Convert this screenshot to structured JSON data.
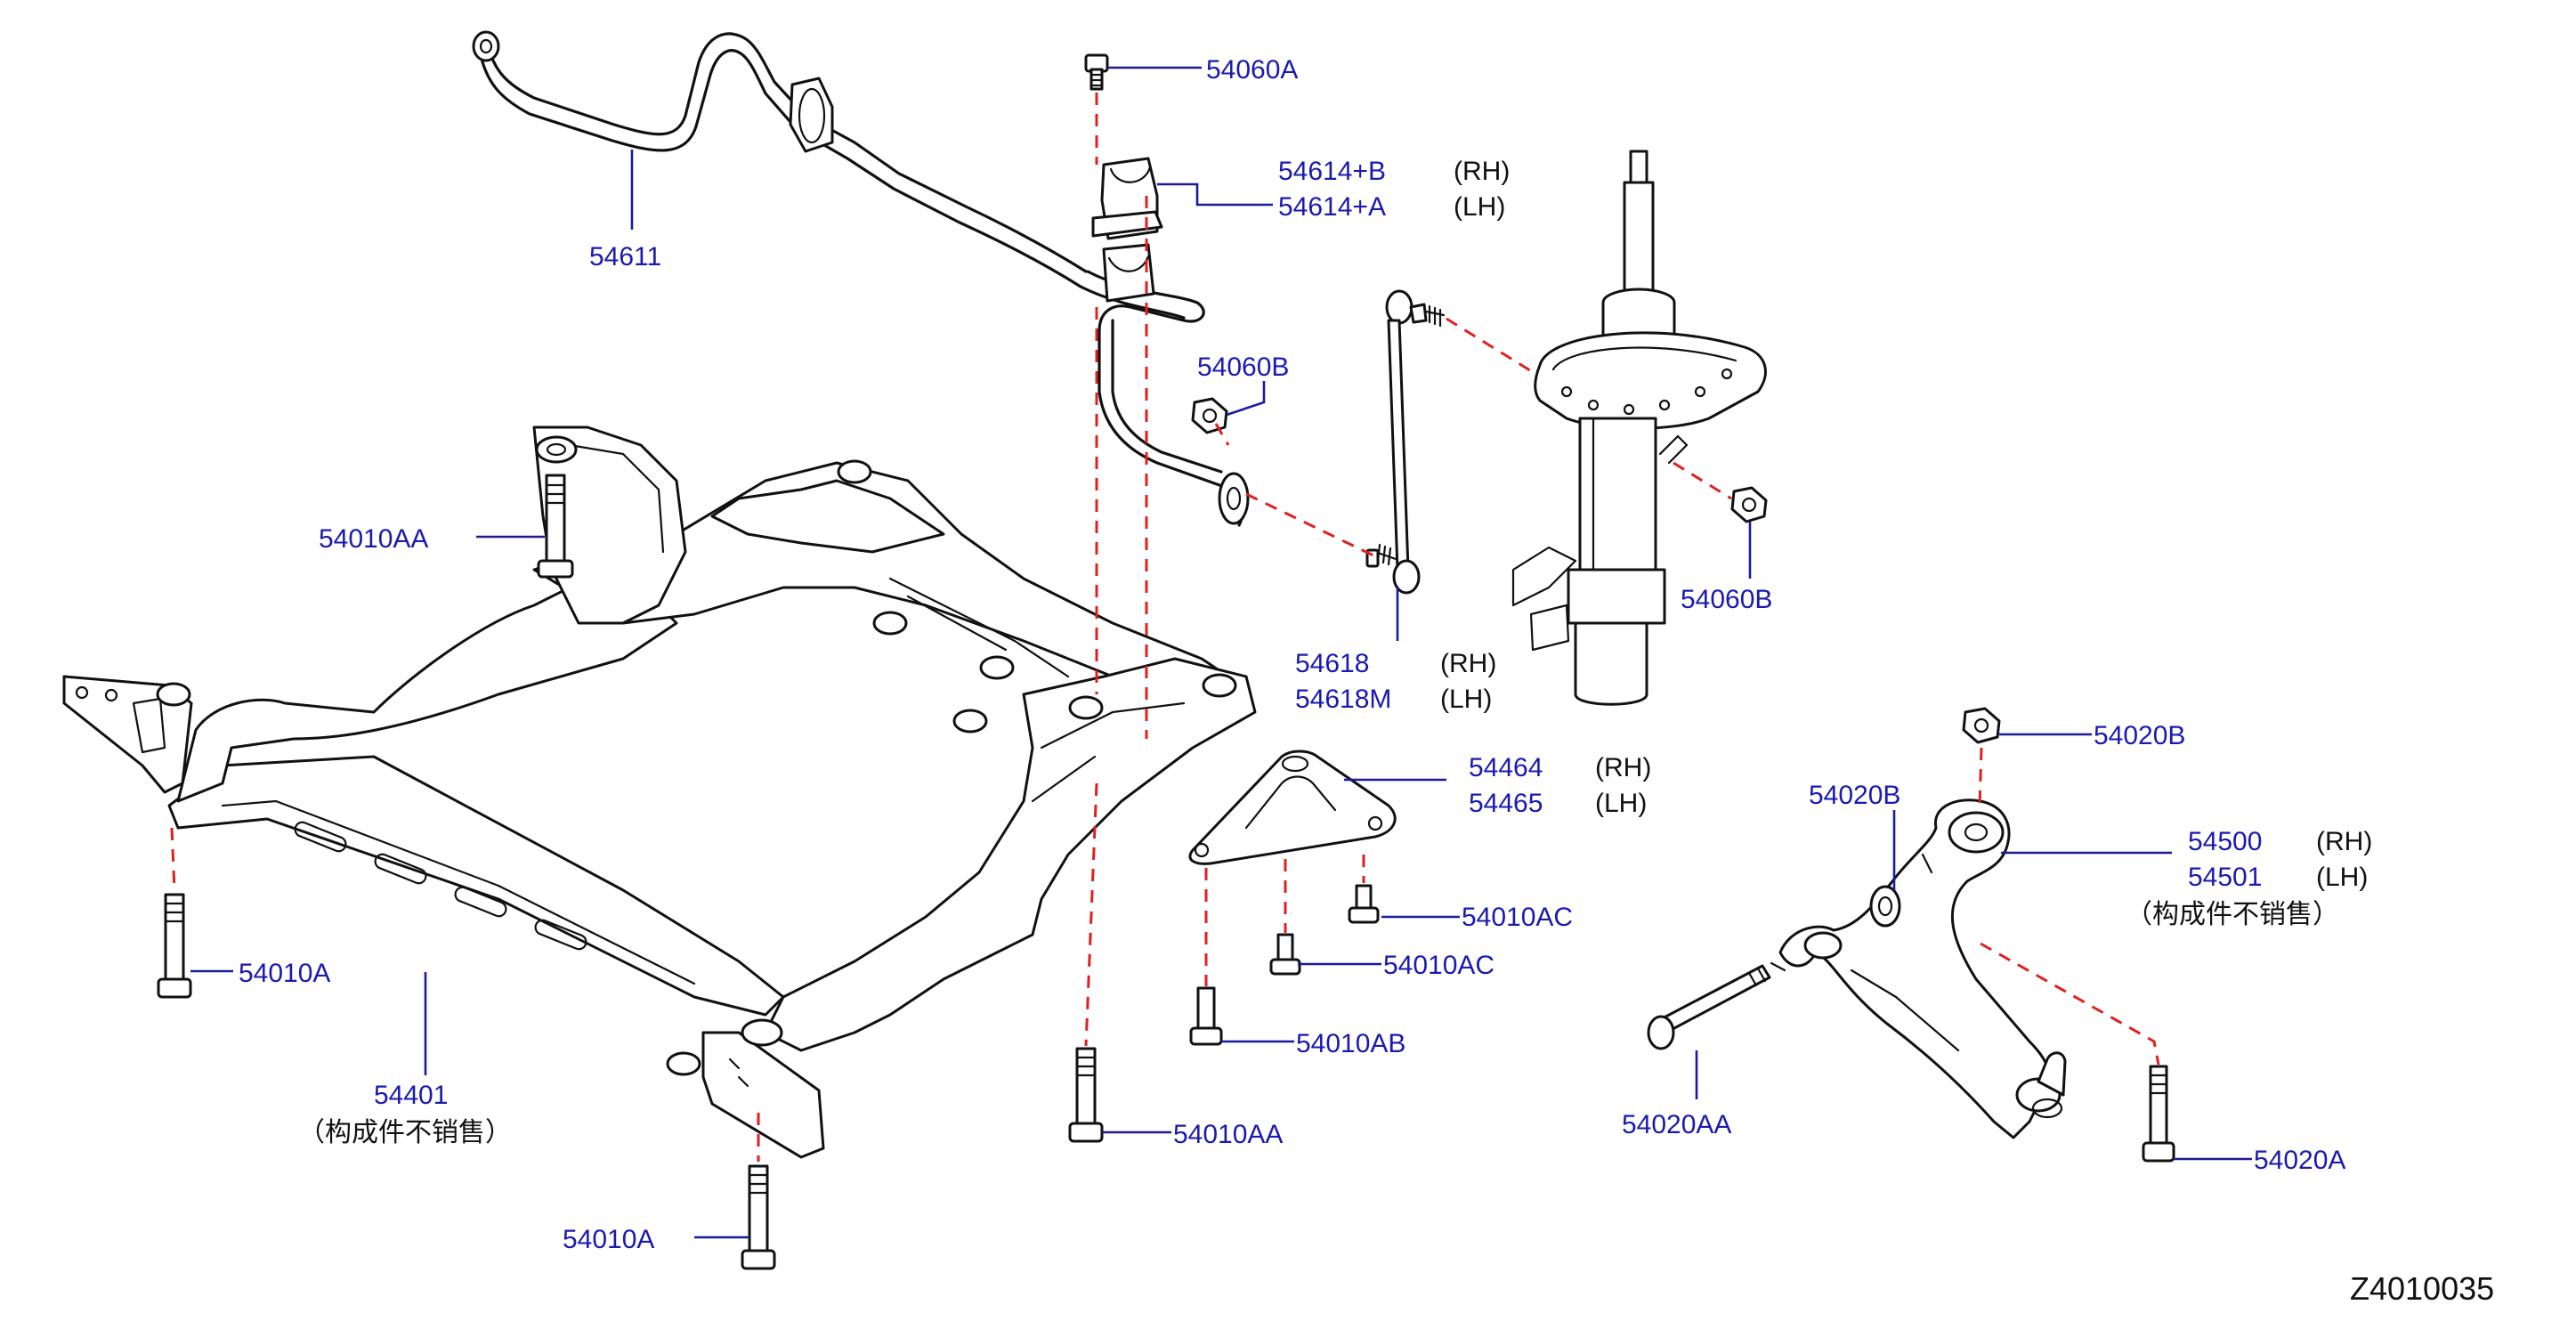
{
  "colors": {
    "label": "#1a1ab0",
    "leader": "#1a1a9c",
    "dash": "#e02020",
    "line": "#111111",
    "background": "#ffffff"
  },
  "labels": {
    "p54060A": "54060A",
    "p54614B": "54614+B",
    "p54614A": "54614+A",
    "p54611": "54611",
    "p54060B_top": "54060B",
    "p54060B_right": "54060B",
    "p54618": "54618",
    "p54618M": "54618M",
    "p54010AA_top": "54010AA",
    "p54010AA_bottom": "54010AA",
    "p54464": "54464",
    "p54465": "54465",
    "p54010AC_upper": "54010AC",
    "p54010AC_lower": "54010AC",
    "p54010AB": "54010AB",
    "p54010A_left": "54010A",
    "p54010A_bottom": "54010A",
    "p54401": "54401",
    "p54020B_top": "54020B",
    "p54020B_mid": "54020B",
    "p54500": "54500",
    "p54501": "54501",
    "p54020AA": "54020AA",
    "p54020A": "54020A"
  },
  "sides": {
    "rh": "(RH)",
    "lh": "(LH)"
  },
  "notes": {
    "not_sold_separately": "（构成件不销售）"
  },
  "drawing_code": "Z4010035"
}
